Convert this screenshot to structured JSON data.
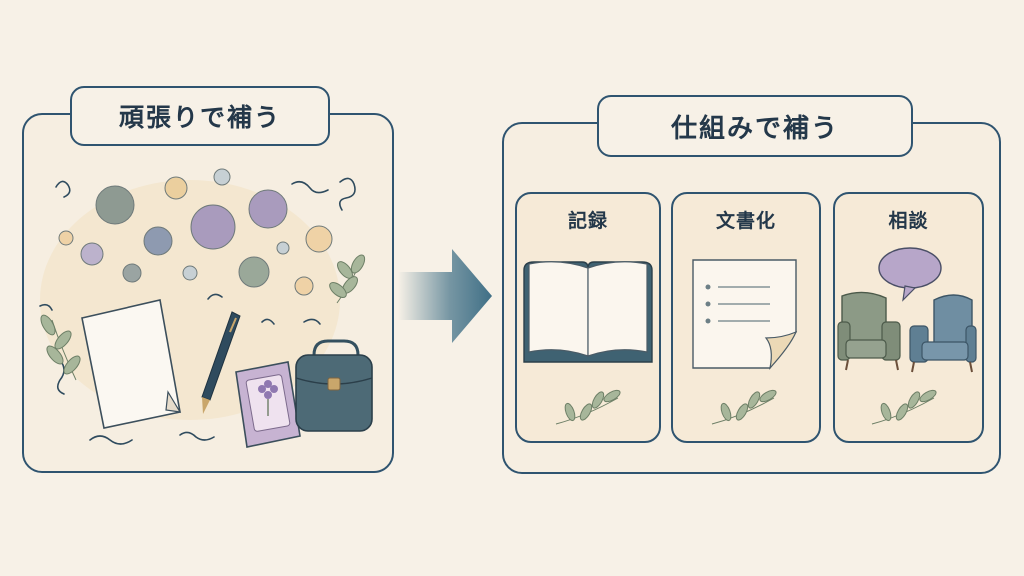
{
  "left": {
    "title": "頑張りで補う"
  },
  "right": {
    "title": "仕組みで補う",
    "cards": [
      {
        "label": "記録",
        "icon": "open-notebook-icon"
      },
      {
        "label": "文書化",
        "icon": "document-list-icon"
      },
      {
        "label": "相談",
        "icon": "armchairs-speech-bubble-icon"
      }
    ]
  },
  "colors": {
    "outline": "#2f5470",
    "arrow": "#3f6f86",
    "background": "#f7f1e7",
    "card": "#f6ead7"
  }
}
